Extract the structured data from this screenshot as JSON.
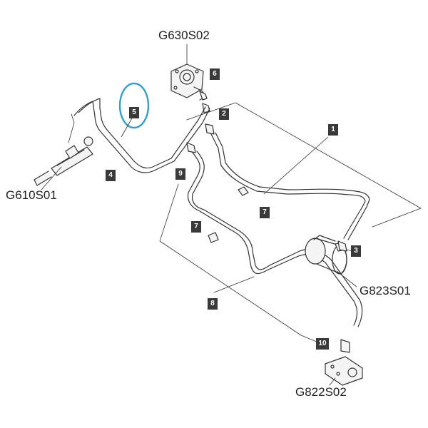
{
  "assembly_labels": {
    "pump": "G630S02",
    "cylinder": "G610S01",
    "motor": "G823S01",
    "valve": "G822S02"
  },
  "callouts": {
    "c1": "1",
    "c2": "2",
    "c3": "3",
    "c4": "4",
    "c5": "5",
    "c6": "6",
    "c7a": "7",
    "c7b": "7",
    "c8": "8",
    "c9": "9",
    "c10": "10"
  },
  "colors": {
    "line": "#333333",
    "badge": "#3a3a3a",
    "highlight": "#3a9ec9"
  }
}
